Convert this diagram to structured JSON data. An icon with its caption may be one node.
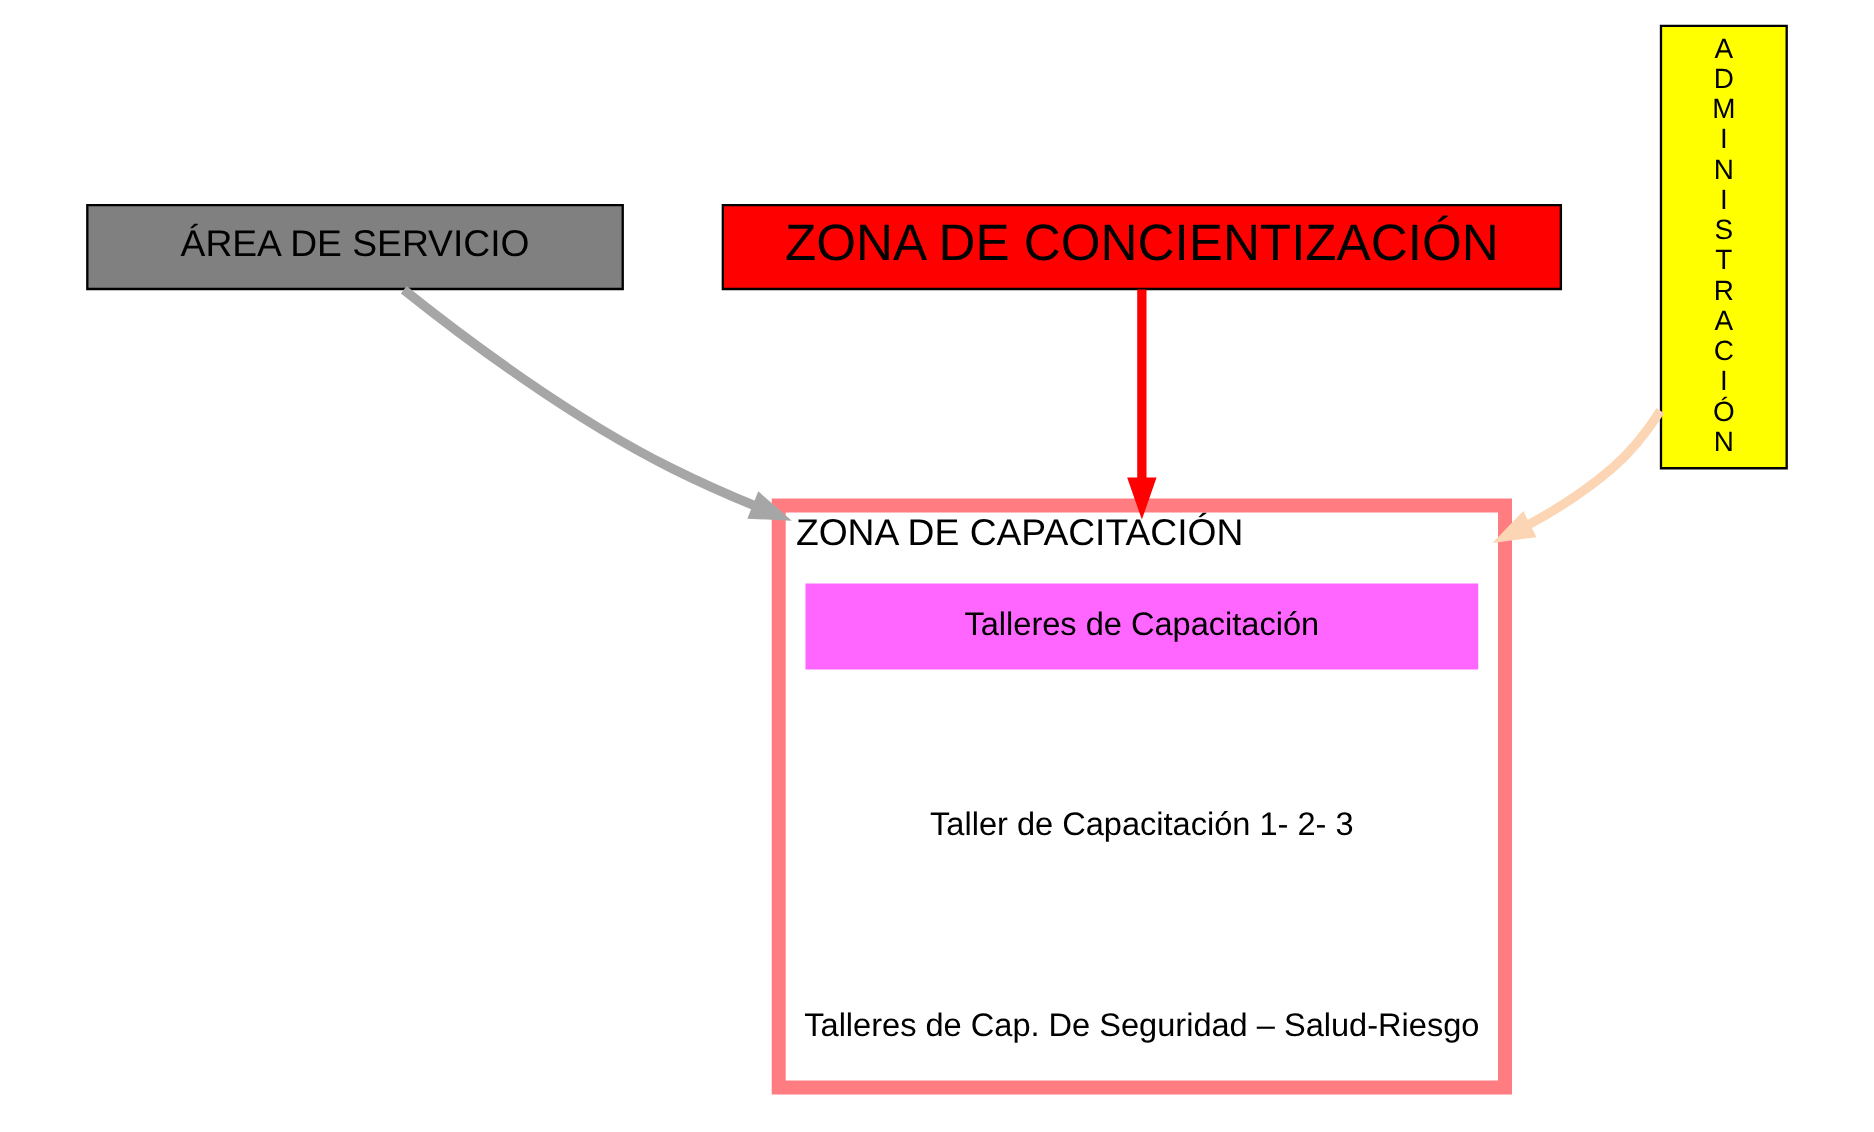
{
  "diagram": {
    "nodes": [
      {
        "text": [
          "ÁREA DE SERVICIO"
        ]
      },
      {
        "text": [
          "ZONA DE CONCIENTIZACIÓN"
        ]
      },
      {
        "text": [
          "ZONA DE CAPACITACIÓN"
        ]
      },
      {
        "text": [
          "Talleres de Capacitación"
        ],
        "in": 2
      },
      {
        "text": [
          "Taller de Capacitación 1- 2- 3"
        ],
        "in": 2
      },
      {
        "text": [
          "Talleres de Cap. De Seguridad – Salud-Riesgo"
        ],
        "in": 2
      },
      {
        "text": [
          "ADMINISTRACIÓN"
        ]
      }
    ],
    "edges": [
      {
        "from": 0,
        "to": 2,
        "arrow": "to",
        "color": "#a6a6a6"
      },
      {
        "from": 1,
        "to": 2,
        "arrow": "to",
        "color": "#ff0000"
      },
      {
        "from": 6,
        "to": 2,
        "arrow": "to",
        "color": "#fcd5b4"
      }
    ]
  }
}
